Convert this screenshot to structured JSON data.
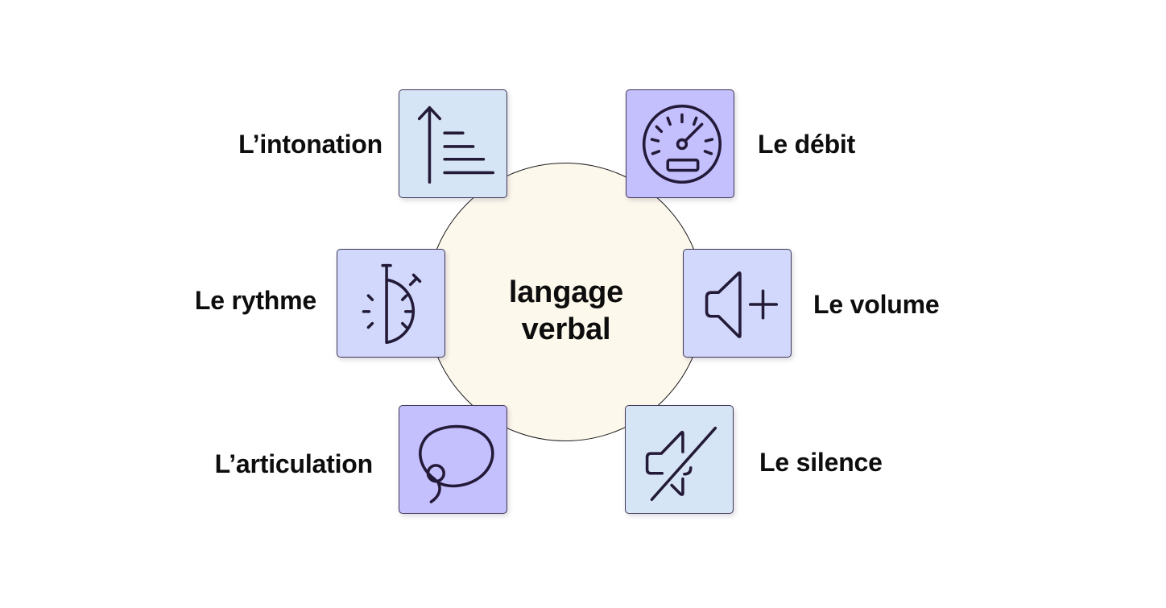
{
  "diagram": {
    "center": {
      "line1": "langage",
      "line2": "verbal",
      "fill_color": "#fdf8ec"
    },
    "items": [
      {
        "label": "L’intonation",
        "icon": "pitch-arrow-lines-icon",
        "color": "#d6e5f5",
        "position": "top-left"
      },
      {
        "label": "Le débit",
        "icon": "speedometer-icon",
        "color": "#c4bffd",
        "position": "top-right"
      },
      {
        "label": "Le rythme",
        "icon": "half-stopwatch-icon",
        "color": "#d1d8fb",
        "position": "middle-left"
      },
      {
        "label": "Le volume",
        "icon": "volume-up-icon",
        "color": "#d1d8fb",
        "position": "middle-right"
      },
      {
        "label": "L’articulation",
        "icon": "mouth-loop-icon",
        "color": "#c4bffd",
        "position": "bottom-left"
      },
      {
        "label": "Le silence",
        "icon": "mute-icon",
        "color": "#d6e5f5",
        "position": "bottom-right"
      }
    ]
  }
}
